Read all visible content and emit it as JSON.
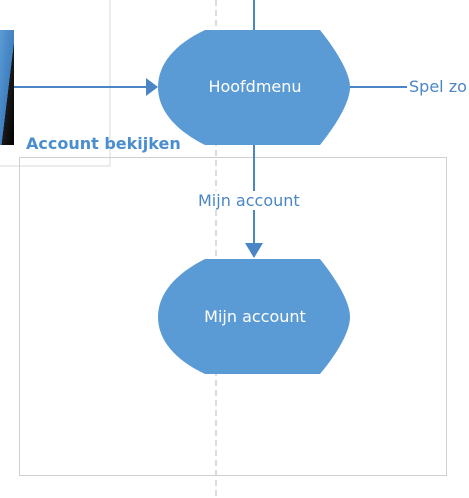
{
  "diagram": {
    "nodes": {
      "hoofdmenu": {
        "label": "Hoofdmenu"
      },
      "mijn_account": {
        "label": "Mijn account"
      }
    },
    "edges": {
      "to_mijn_account": {
        "label": "Mijn account"
      },
      "to_spel": {
        "label": "Spel zo"
      }
    },
    "containers": {
      "account_bekijken": {
        "label": "Account bekijken"
      }
    },
    "colors": {
      "shape_fill": "#5b9bd5",
      "connector": "#4a86c5",
      "container_label": "#4a8ed0",
      "container_border": "#d0d0d0"
    }
  }
}
